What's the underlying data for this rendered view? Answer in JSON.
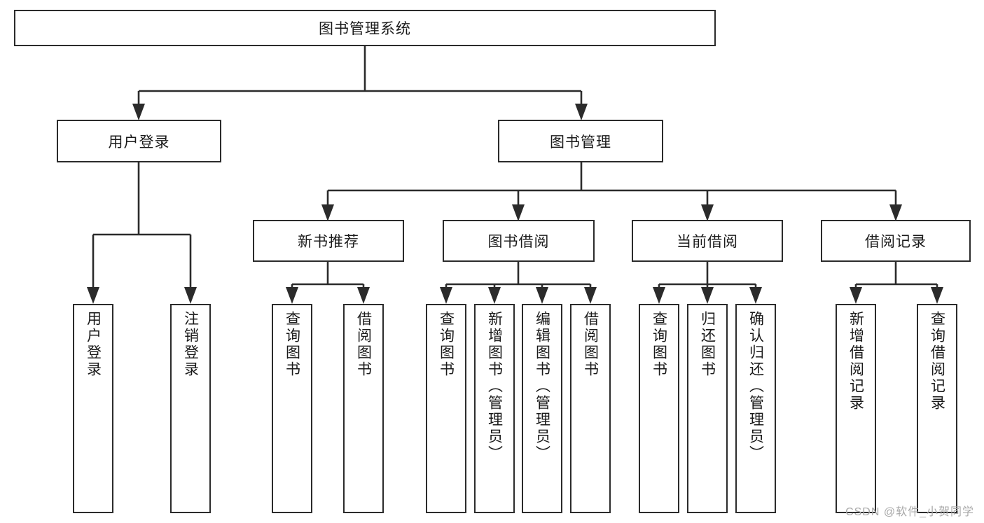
{
  "diagram": {
    "type": "tree",
    "title": "图书管理系统",
    "root": {
      "label": "图书管理系统"
    },
    "level2": [
      {
        "label": "用户登录"
      },
      {
        "label": "图书管理"
      }
    ],
    "level3": [
      {
        "label": "新书推荐"
      },
      {
        "label": "图书借阅"
      },
      {
        "label": "当前借阅"
      },
      {
        "label": "借阅记录"
      }
    ],
    "leaves": {
      "user_login": [
        {
          "label": "用户登录"
        },
        {
          "label": "注销登录"
        }
      ],
      "new_book": [
        {
          "label": "查询图书"
        },
        {
          "label": "借阅图书"
        }
      ],
      "book_borrow": [
        {
          "label": "查询图书"
        },
        {
          "label": "新增图书（管理员）"
        },
        {
          "label": "编辑图书（管理员）"
        },
        {
          "label": "借阅图书"
        }
      ],
      "current_borrow": [
        {
          "label": "查询图书"
        },
        {
          "label": "归还图书"
        },
        {
          "label": "确认归还（管理员）"
        }
      ],
      "borrow_record": [
        {
          "label": "新增借阅记录"
        },
        {
          "label": "查询借阅记录"
        }
      ]
    }
  },
  "watermark": {
    "text": "CSDN @软件_小贺同学"
  },
  "colors": {
    "stroke": "#2b2b2b",
    "text": "#1a1a1a",
    "background": "#ffffff",
    "watermark": "#a8a8a8"
  }
}
